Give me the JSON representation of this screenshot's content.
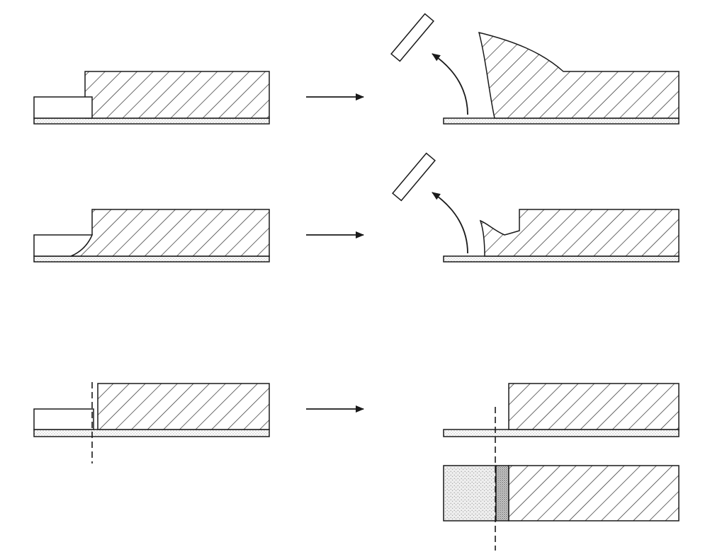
{
  "figure": {
    "rows": [
      {
        "name": "row-1",
        "before": "mask-step-on-substrate",
        "after": "layer-peeled-with-mask"
      },
      {
        "name": "row-2",
        "before": "mask-with-tapered-foot",
        "after": "layer-peeled-leaving-stub"
      },
      {
        "name": "row-3",
        "before": "mask-with-cut-line",
        "after": "clean-edge-and-doped-edge"
      }
    ],
    "legend": {
      "hatched": "film-layer",
      "dotted": "substrate",
      "plain": "mask"
    },
    "colors": {
      "stroke": "#1a1a1a",
      "hatch": "#2a2a2a",
      "dot": "#777777",
      "background": "#ffffff"
    }
  }
}
